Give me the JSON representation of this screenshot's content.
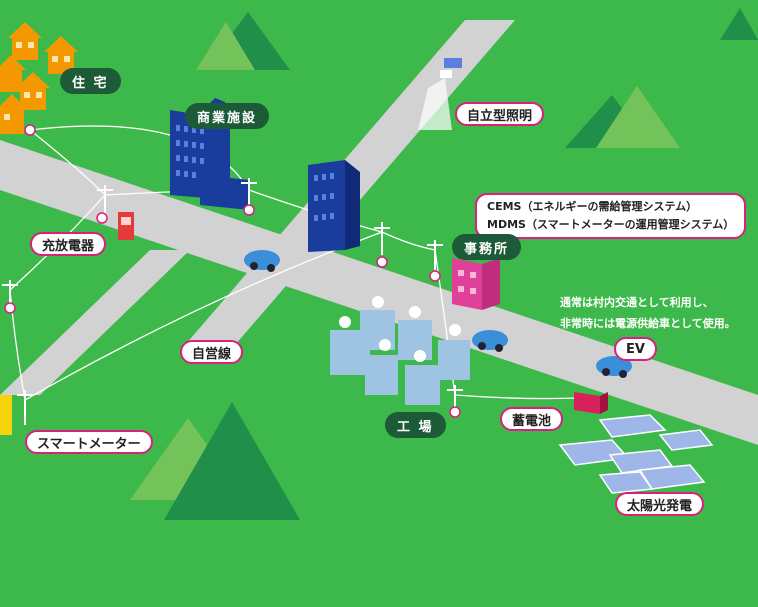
{
  "labels": {
    "housing": "住 宅",
    "commercial": "商業施設",
    "streetlight": "自立型照明",
    "charger": "充放電器",
    "cems": "CEMS（エネルギーの需給管理システム）",
    "mdms": "MDMS（スマートメーターの運用管理システム）",
    "office": "事務所",
    "private_line": "自営線",
    "ev": "EV",
    "factory": "工 場",
    "battery": "蓄電池",
    "smart_meter": "スマートメーター",
    "solar": "太陽光発電"
  },
  "ev_note": {
    "line1": "通常は村内交通として利用し、",
    "line2": "非常時には電源供給車として使用。"
  },
  "colors": {
    "ground": "#3db84a",
    "road": "#d2d2d2",
    "label_border": "#d8207c",
    "dark_label": "#1d5a37",
    "house": "#f39800",
    "building": "#1a3c9c",
    "office": "#e0409a",
    "factory": "#9fc3e3",
    "ev": "#3b8fd8"
  }
}
